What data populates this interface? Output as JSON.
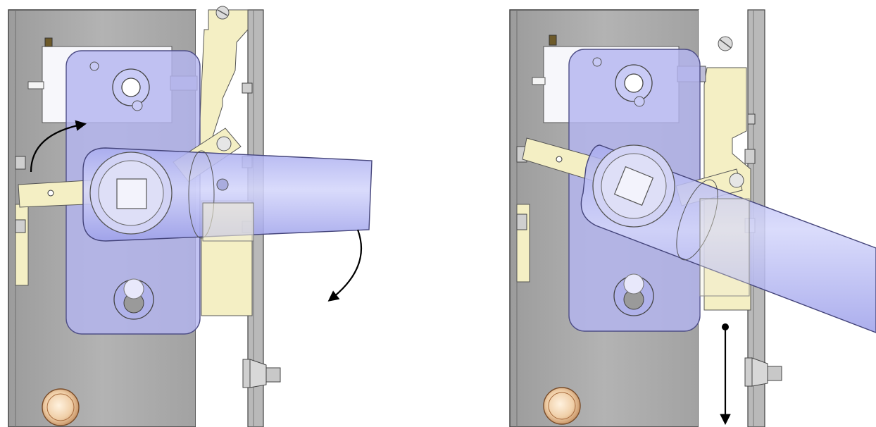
{
  "figure": {
    "panels": [
      {
        "id": "left",
        "state": "handle-horizontal",
        "arrows": [
          {
            "kind": "curved-rotation",
            "direction": "counterclockwise-up"
          },
          {
            "kind": "curved-rotation",
            "direction": "clockwise-down"
          }
        ]
      },
      {
        "id": "right",
        "state": "handle-rotated-down",
        "arrows": [
          {
            "kind": "straight-pin",
            "direction": "down"
          }
        ]
      }
    ]
  },
  "colors": {
    "plate": "#a9a9a9",
    "plate_edge": "#555555",
    "latch": "#f4efc4",
    "cover": "#b3b5ef",
    "cover_edge": "#5a5a8e",
    "handle": "#c3c5f5",
    "brass": "#e0b58c",
    "arrow": "#000000"
  }
}
